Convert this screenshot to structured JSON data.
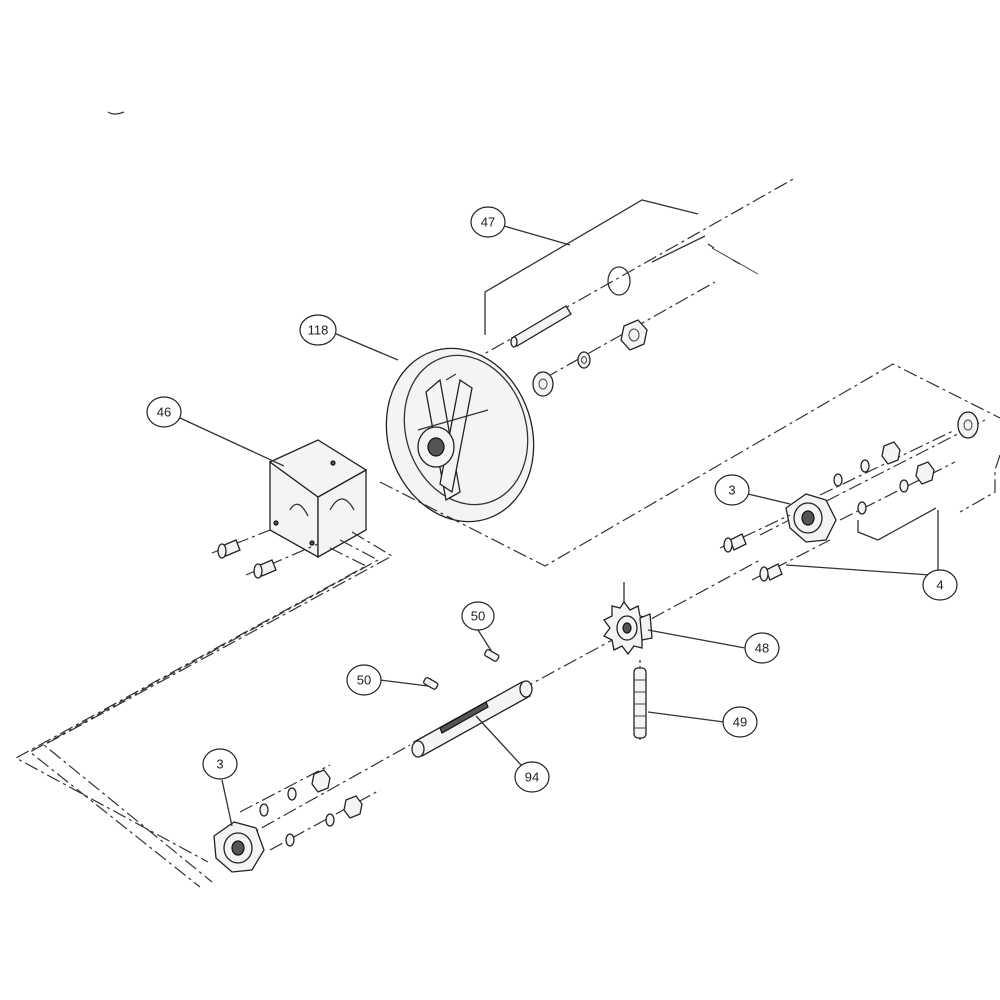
{
  "callouts": [
    {
      "id": "c47",
      "label": "47"
    },
    {
      "id": "c118",
      "label": "118"
    },
    {
      "id": "c46",
      "label": "46"
    },
    {
      "id": "c3a",
      "label": "3"
    },
    {
      "id": "c4",
      "label": "4"
    },
    {
      "id": "c50a",
      "label": "50"
    },
    {
      "id": "c50b",
      "label": "50"
    },
    {
      "id": "c48",
      "label": "48"
    },
    {
      "id": "c49",
      "label": "49"
    },
    {
      "id": "c94",
      "label": "94"
    },
    {
      "id": "c3b",
      "label": "3"
    }
  ]
}
